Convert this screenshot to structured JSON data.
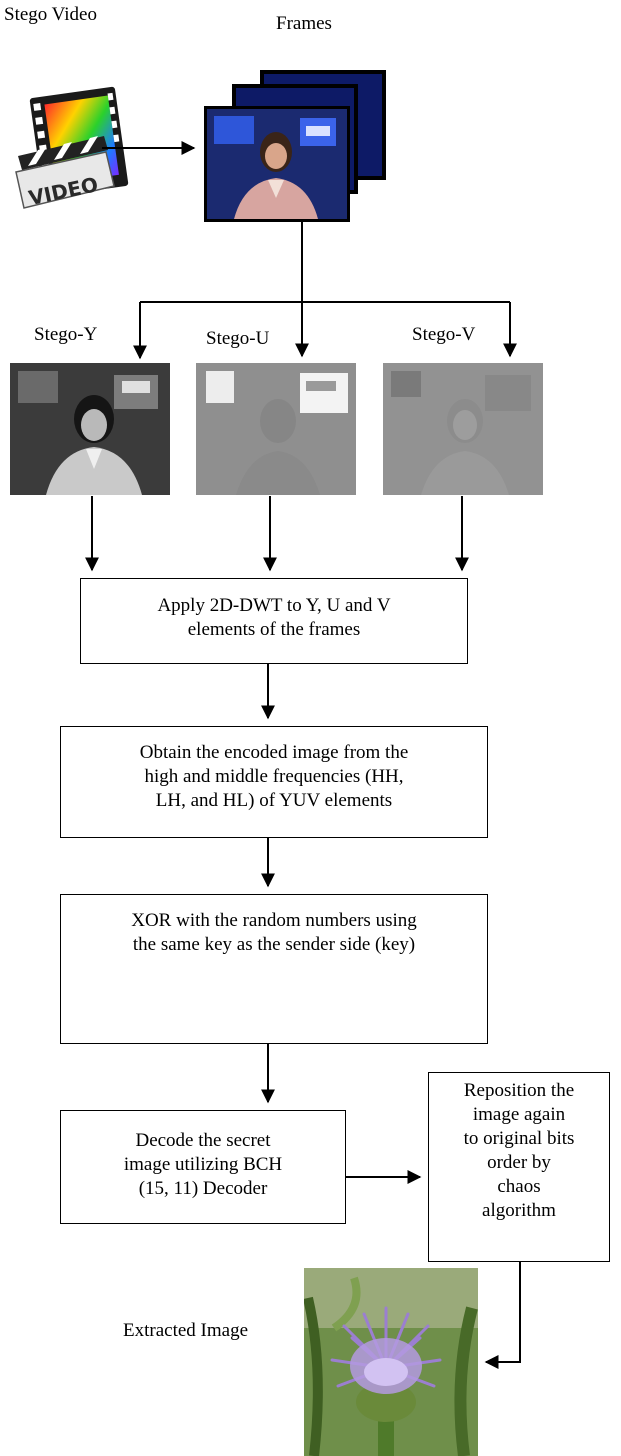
{
  "labels": {
    "stego_video": "Stego Video",
    "frames": "Frames",
    "stego_y": "Stego-Y",
    "stego_u": "Stego-U",
    "stego_v": "Stego-V",
    "extracted_image": "Extracted Image"
  },
  "icons": {
    "video": "VIDEO"
  },
  "boxes": {
    "apply_dwt": [
      "Apply 2D-DWT to Y, U and V",
      "elements of the frames"
    ],
    "obtain": [
      "Obtain the encoded image from the",
      "high and middle frequencies (HH,",
      "LH, and HL) of YUV elements"
    ],
    "xor": [
      "XOR with the random numbers using",
      "the same key as the sender side (key)"
    ],
    "decode": [
      "Decode the secret",
      "image utilizing BCH",
      "(15, 11) Decoder"
    ],
    "reposition": [
      "Reposition the",
      "image again",
      "to original bits",
      "order by",
      "chaos",
      "algorithm"
    ]
  },
  "colors": {
    "line": "#000000",
    "frame_bg": "#0d1a66",
    "channel_y": "#3b3b3b",
    "channel_u": "#8f8f8f",
    "channel_v": "#929292",
    "flower_petals": "#9b7fd0",
    "leaves": "#5f7f3a"
  }
}
